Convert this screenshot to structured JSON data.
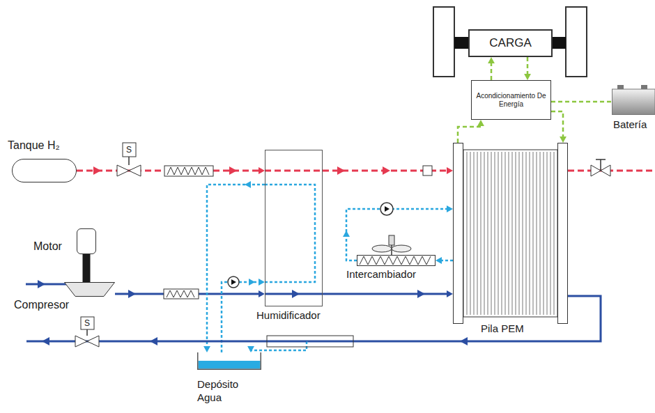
{
  "diagram": {
    "nodes": [
      {
        "text": [
          "CARGA"
        ]
      },
      {
        "text": [
          "Acondicionamiento De Energía"
        ]
      },
      {
        "text": [
          "Batería"
        ]
      },
      {
        "text": [
          "Tanque H₂"
        ]
      },
      {
        "text": [
          "Humidificador"
        ]
      },
      {
        "text": [
          "Pila PEM"
        ]
      },
      {
        "text": [
          "Intercambiador"
        ]
      },
      {
        "text": [
          "Motor"
        ]
      },
      {
        "text": [
          "Compresor"
        ]
      },
      {
        "text": [
          "Depósito Agua"
        ]
      }
    ],
    "edges": [
      {
        "from": 3,
        "to": 4,
        "arrow": "to"
      },
      {
        "from": 4,
        "to": 5,
        "arrow": "to"
      },
      {
        "from": 5,
        "to": 1,
        "arrow": "to"
      },
      {
        "from": 1,
        "to": 5,
        "arrow": "to"
      },
      {
        "from": 1,
        "to": 0,
        "arrow": "to"
      },
      {
        "from": 0,
        "to": 1,
        "arrow": "to"
      },
      {
        "from": 1,
        "to": 2,
        "arrow": "none"
      },
      {
        "from": 7,
        "to": 8,
        "arrow": "none"
      },
      {
        "from": 8,
        "to": 4,
        "arrow": "to"
      },
      {
        "from": 4,
        "to": 5,
        "arrow": "to"
      },
      {
        "from": 5,
        "to": 9,
        "arrow": "to"
      },
      {
        "from": 9,
        "to": 4,
        "arrow": "to"
      },
      {
        "from": 4,
        "to": 9,
        "arrow": "to"
      },
      {
        "from": 5,
        "to": 6,
        "arrow": "to"
      },
      {
        "from": 6,
        "to": 5,
        "arrow": "to"
      }
    ],
    "labels": [
      "S",
      "S"
    ]
  }
}
